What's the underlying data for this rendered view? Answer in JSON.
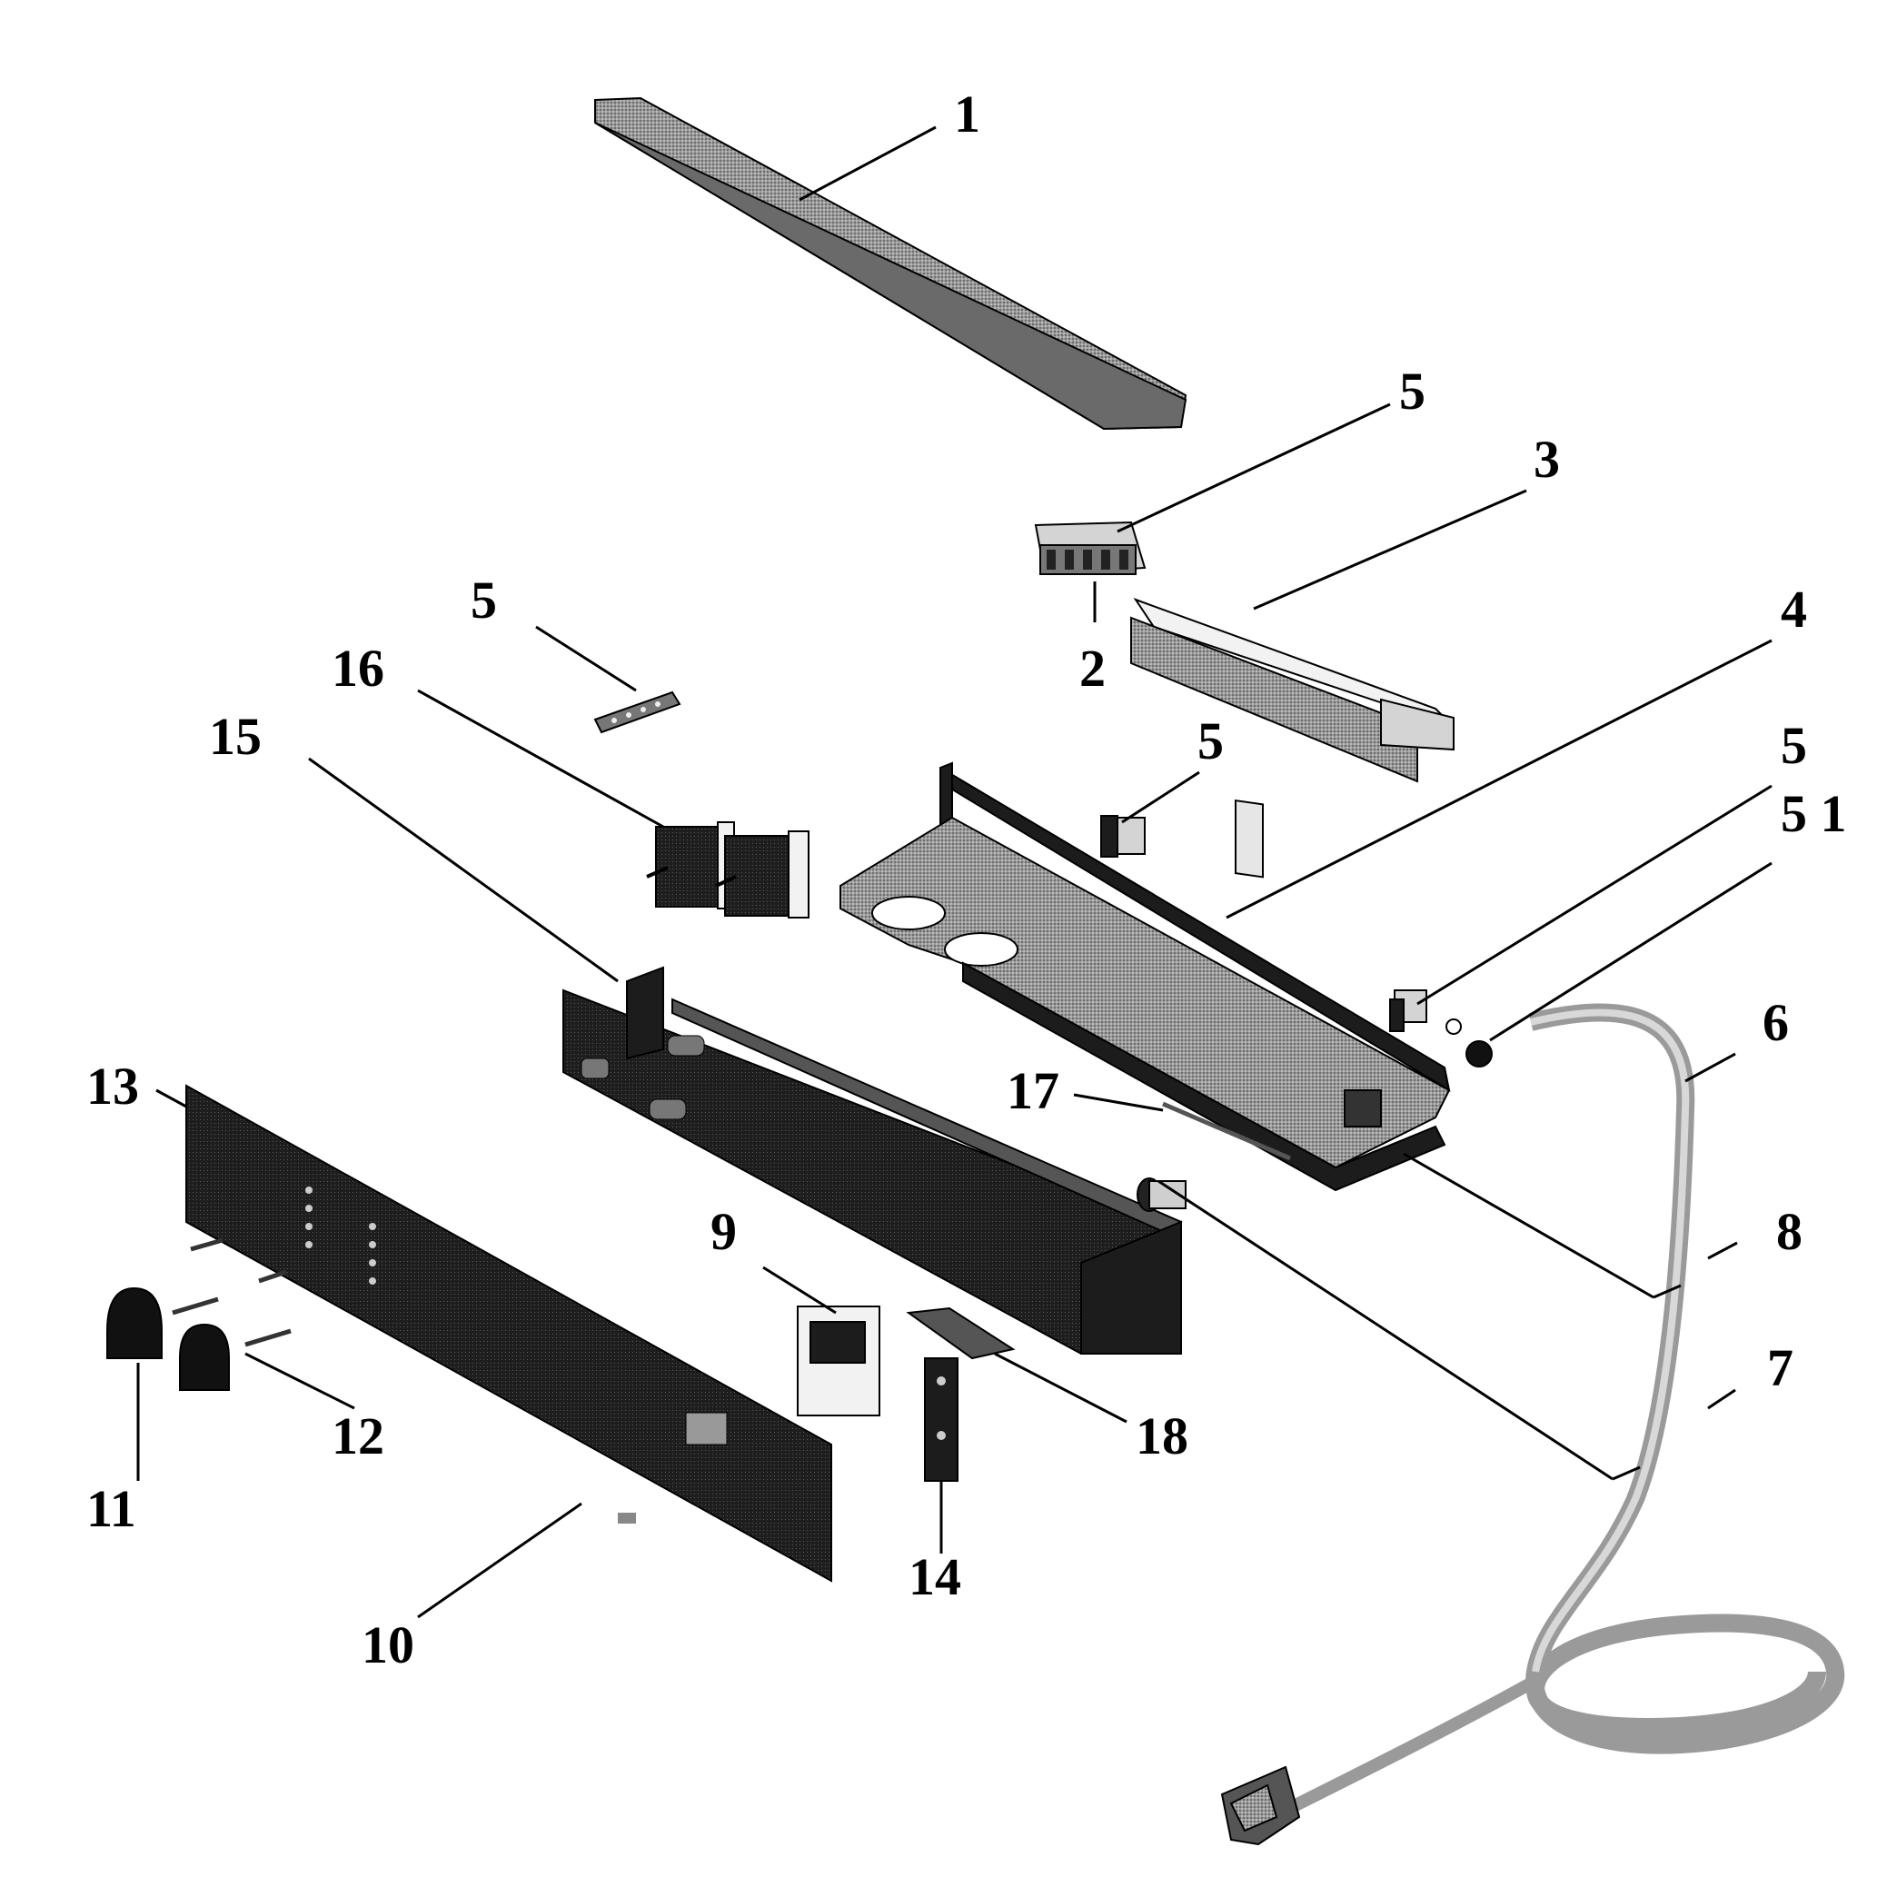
{
  "callouts": [
    {
      "id": "c1",
      "text": "1"
    },
    {
      "id": "c5a",
      "text": "5"
    },
    {
      "id": "c3",
      "text": "3"
    },
    {
      "id": "c2",
      "text": "2"
    },
    {
      "id": "c5b",
      "text": "5"
    },
    {
      "id": "c16",
      "text": "16"
    },
    {
      "id": "c15",
      "text": "15"
    },
    {
      "id": "c4",
      "text": "4"
    },
    {
      "id": "c5c",
      "text": "5"
    },
    {
      "id": "c5d",
      "text": "5"
    },
    {
      "id": "c51",
      "text": "5 1"
    },
    {
      "id": "c6",
      "text": "6"
    },
    {
      "id": "c13",
      "text": "13"
    },
    {
      "id": "c17",
      "text": "17"
    },
    {
      "id": "c8",
      "text": "8"
    },
    {
      "id": "c9",
      "text": "9"
    },
    {
      "id": "c7",
      "text": "7"
    },
    {
      "id": "c18",
      "text": "18"
    },
    {
      "id": "c11",
      "text": "11"
    },
    {
      "id": "c12",
      "text": "12"
    },
    {
      "id": "c14",
      "text": "14"
    },
    {
      "id": "c10",
      "text": "10"
    }
  ]
}
